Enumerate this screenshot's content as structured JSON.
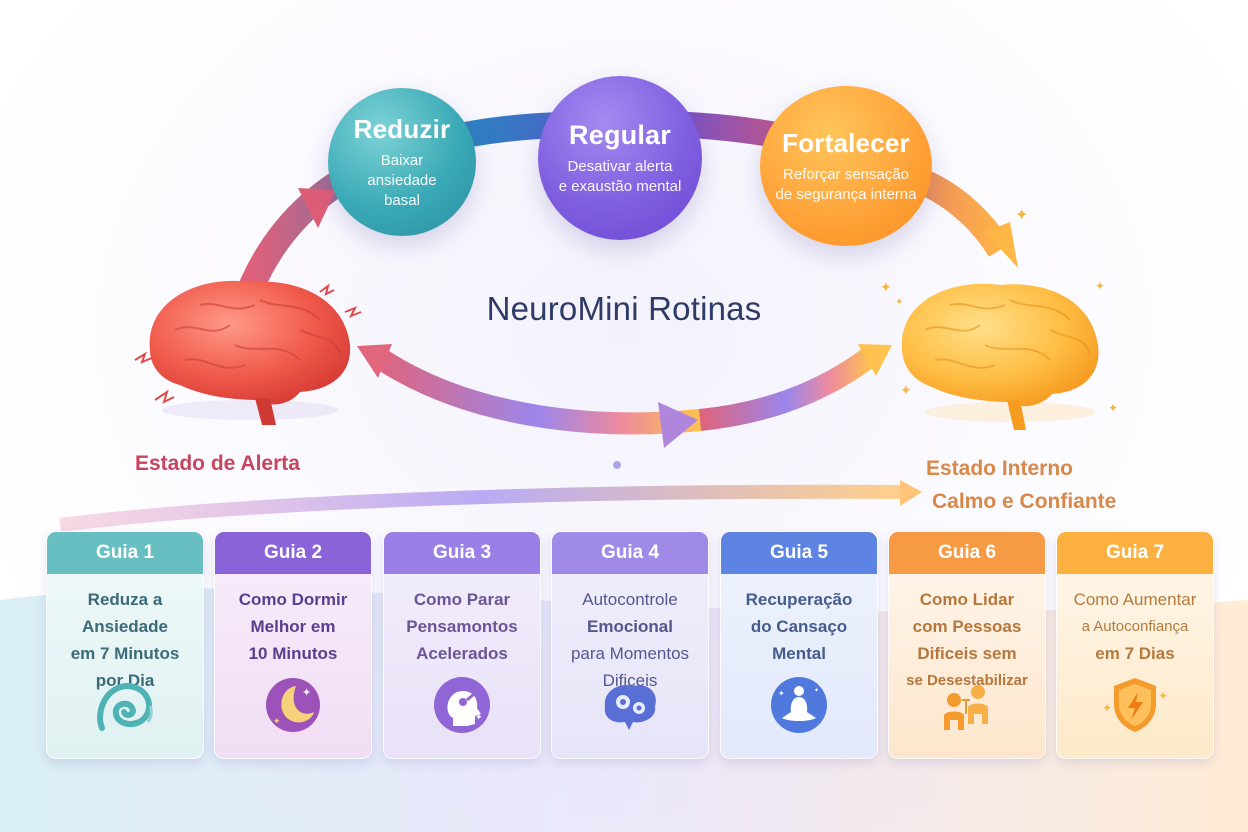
{
  "title": "NeuroMini Rotinas",
  "stages": [
    {
      "id": "reduzir",
      "title": "Reduzir",
      "subtitle_lines": [
        "Baixar",
        "ansiedade",
        "basal"
      ],
      "color": "#3aa9b6"
    },
    {
      "id": "regular",
      "title": "Regular",
      "subtitle_lines": [
        "Desativar alerta",
        "e exaustão mental"
      ],
      "color": "#7f5fe0"
    },
    {
      "id": "fortalecer",
      "title": "Fortalecer",
      "subtitle_lines": [
        "Reforçar sensação",
        "de segurança interna"
      ],
      "color": "#ffa43a"
    }
  ],
  "states": {
    "start": {
      "label": "Estado de Alerta",
      "color": "#c8455f",
      "icon": "brain-red-alert-icon"
    },
    "end": {
      "label_lines": [
        "Estado Interno",
        "Calmo e Confiante"
      ],
      "color": "#d8894a",
      "icon": "brain-golden-calm-icon"
    }
  },
  "guides": [
    {
      "label": "Guia 1",
      "lines": [
        "Reduza a",
        "Ansiedade",
        "em 7 Minutos",
        "por Dia"
      ],
      "icon": "spiral-icon",
      "head_color": "#67bfc2",
      "text_color": "#3b6a78"
    },
    {
      "label": "Guia 2",
      "lines": [
        "Como Dormir",
        "Melhor em",
        "10 Minutos"
      ],
      "icon": "moon-stars-icon",
      "head_color": "#8a63d8",
      "text_color": "#5a3f8f"
    },
    {
      "label": "Guia 3",
      "lines": [
        "Como Parar",
        "Pensamontos",
        "Acelerados"
      ],
      "icon": "head-thoughts-icon",
      "head_color": "#9a80e6",
      "text_color": "#6b5596"
    },
    {
      "label": "Guia 4",
      "lines": [
        "Autocontrole",
        "Emocional",
        "para Momentos",
        "Dificeis"
      ],
      "icon": "brain-gears-icon",
      "head_color": "#a08ae8",
      "text_color": "#54578e"
    },
    {
      "label": "Guia 5",
      "lines": [
        "Recuperação",
        "do Cansaço",
        "Mental"
      ],
      "icon": "meditation-icon",
      "head_color": "#5d84e3",
      "text_color": "#465c8e"
    },
    {
      "label": "Guia 6",
      "lines": [
        "Como Lidar",
        "com Pessoas",
        "Dificeis sem",
        "se Desestabilizar"
      ],
      "icon": "two-people-icon",
      "head_color": "#f79a44",
      "text_color": "#b5773b"
    },
    {
      "label": "Guia 7",
      "lines": [
        "Como Aumentar",
        "a Autoconfiança",
        "em 7 Dias"
      ],
      "icon": "shield-bolt-icon",
      "head_color": "#fbb040",
      "text_color": "#b57a3c"
    }
  ]
}
